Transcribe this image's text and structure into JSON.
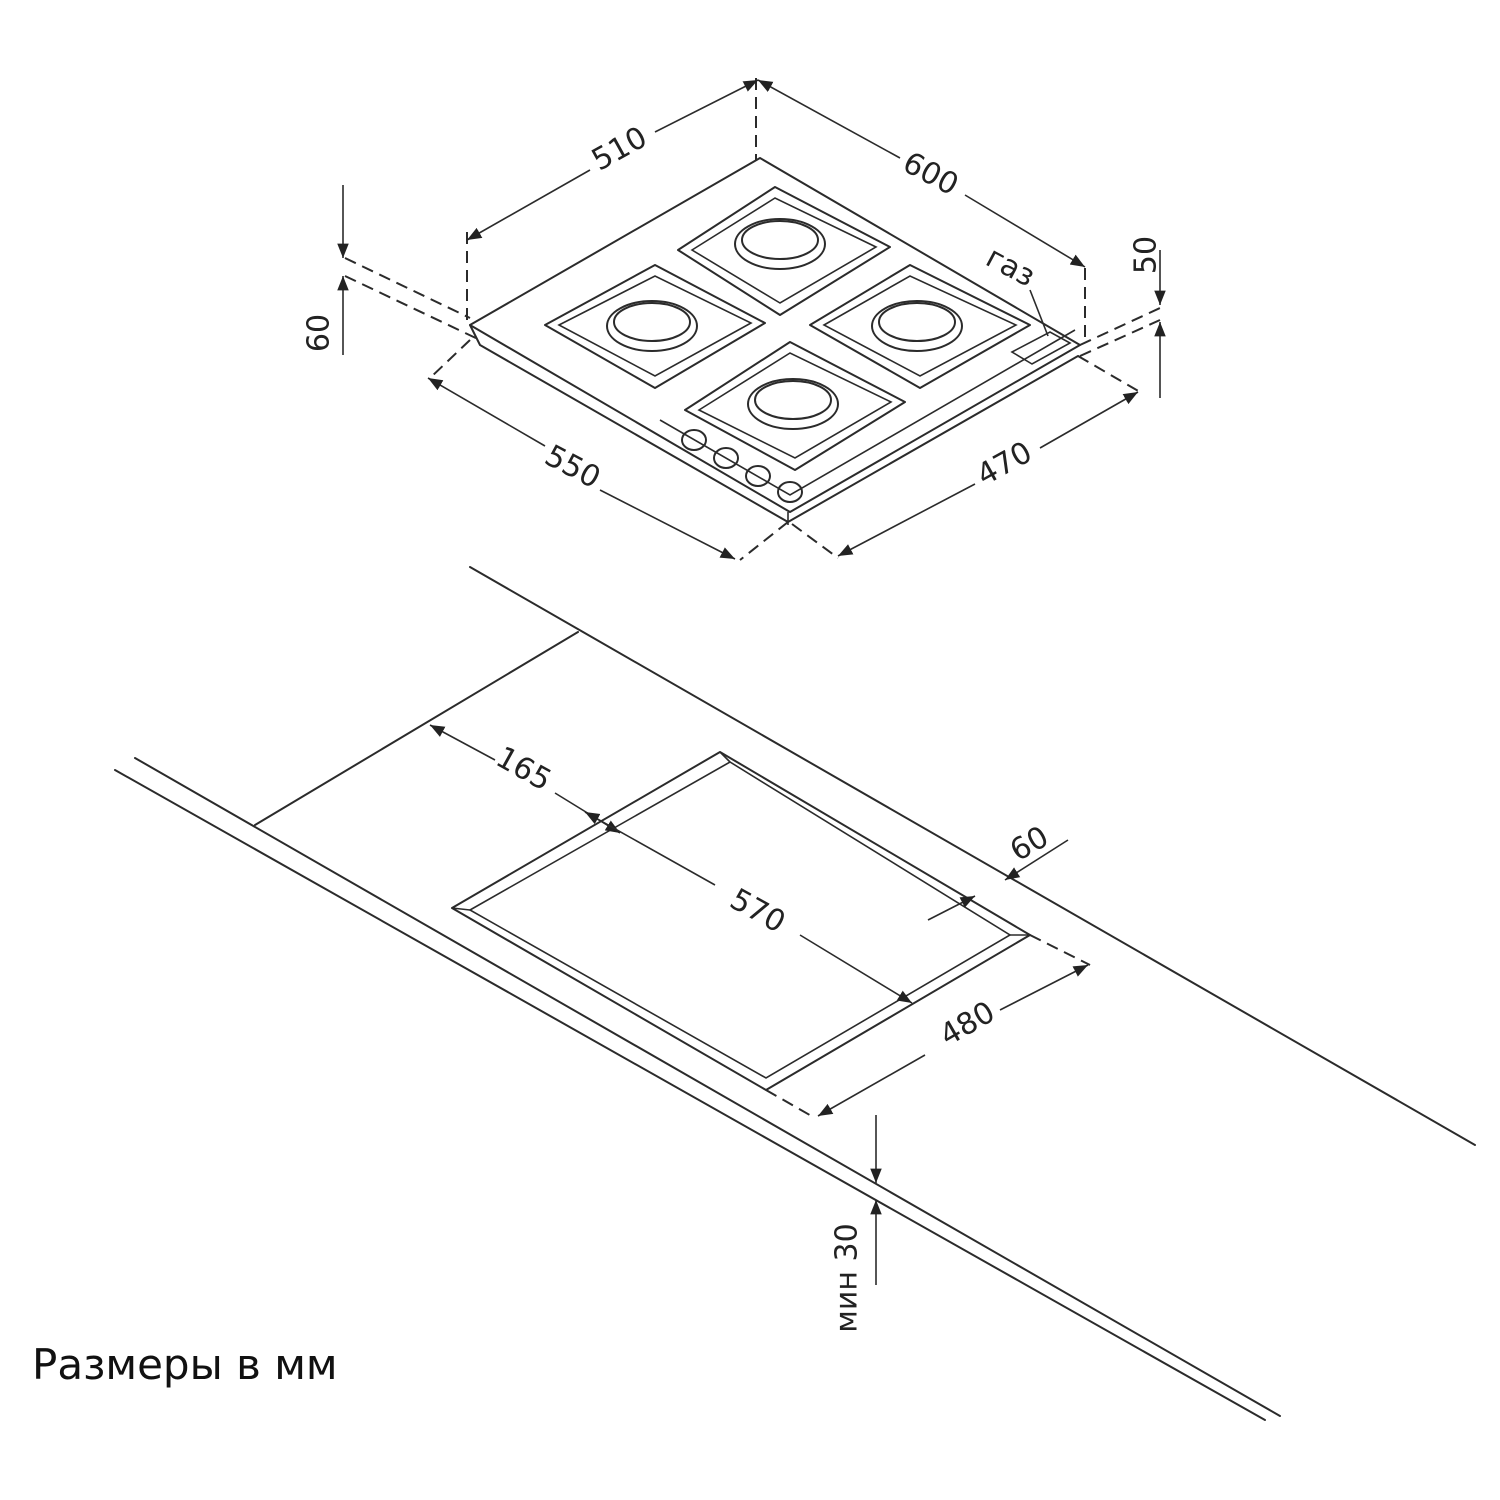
{
  "hob_dimensions": {
    "width": "510",
    "depth": "600",
    "height": "60",
    "gas_label": "газ",
    "gas_height": "50",
    "cutout_front": "550",
    "cutout_side": "470"
  },
  "cutout_dimensions": {
    "offset_front": "165",
    "cutout_length": "570",
    "back_clearance": "60",
    "cutout_width": "480",
    "min_below": "мин 30"
  },
  "caption": "Размеры в мм",
  "colors": {
    "line": "#2b2b2b",
    "background": "#ffffff"
  }
}
